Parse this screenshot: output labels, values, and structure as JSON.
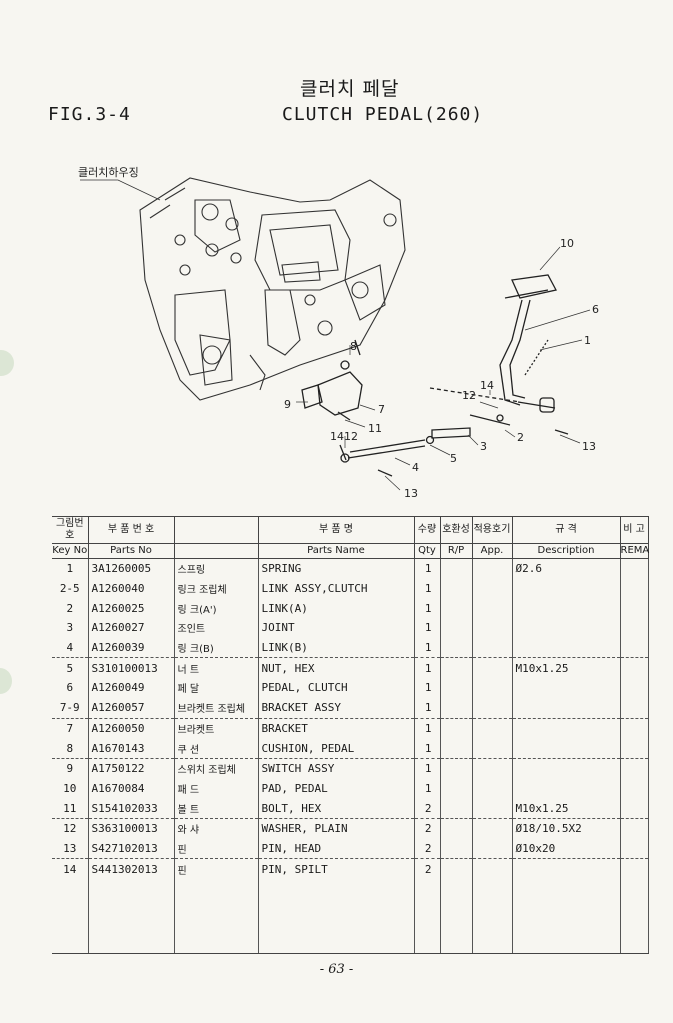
{
  "header": {
    "title_ko": "클러치 페달",
    "fig_no": "FIG.3-4",
    "title_en": "CLUTCH PEDAL(260)"
  },
  "diagram": {
    "housing_label": "클러치하우징",
    "callouts": [
      "10",
      "6",
      "1",
      "8",
      "14",
      "12",
      "9",
      "7",
      "11",
      "2",
      "3",
      "13",
      "1412",
      "5",
      "4",
      "13"
    ]
  },
  "table": {
    "headers": [
      {
        "ko": "그림번호",
        "en": "Key No"
      },
      {
        "ko": "부 품 번 호",
        "en": "Parts No"
      },
      {
        "ko": "",
        "en": ""
      },
      {
        "ko": "부 품 명",
        "en": "Parts Name"
      },
      {
        "ko": "수량",
        "en": "Qty"
      },
      {
        "ko": "호환성",
        "en": "R/P"
      },
      {
        "ko": "적용호기",
        "en": "App."
      },
      {
        "ko": "규 격",
        "en": "Description"
      },
      {
        "ko": "비 고",
        "en": "REMA"
      }
    ],
    "rows": [
      {
        "key": "1",
        "part_no": "3A1260005",
        "name_ko": "스프링",
        "name_en": "SPRING",
        "qty": "1",
        "desc": "Ø2.6"
      },
      {
        "key": "2-5",
        "part_no": "A1260040",
        "name_ko": "링크 조립체",
        "name_en": "LINK ASSY,CLUTCH",
        "qty": "1",
        "desc": ""
      },
      {
        "key": "2",
        "part_no": "A1260025",
        "name_ko": "링 크(A')",
        "name_en": "LINK(A)",
        "qty": "1",
        "desc": ""
      },
      {
        "key": "3",
        "part_no": "A1260027",
        "name_ko": "조인트",
        "name_en": "JOINT",
        "qty": "1",
        "desc": ""
      },
      {
        "key": "4",
        "part_no": "A1260039",
        "name_ko": "링 크(B)",
        "name_en": "LINK(B)",
        "qty": "1",
        "desc": ""
      },
      {
        "key": "5",
        "part_no": "S310100013",
        "name_ko": "너 트",
        "name_en": "NUT, HEX",
        "qty": "1",
        "desc": "M10x1.25"
      },
      {
        "key": "6",
        "part_no": "A1260049",
        "name_ko": "페 달",
        "name_en": "PEDAL, CLUTCH",
        "qty": "1",
        "desc": ""
      },
      {
        "key": "7-9",
        "part_no": "A1260057",
        "name_ko": "브라켓트 조립체",
        "name_en": "BRACKET ASSY",
        "qty": "1",
        "desc": ""
      },
      {
        "key": "7",
        "part_no": "A1260050",
        "name_ko": "브라켓트",
        "name_en": "BRACKET",
        "qty": "1",
        "desc": ""
      },
      {
        "key": "8",
        "part_no": "A1670143",
        "name_ko": "쿠 션",
        "name_en": "CUSHION, PEDAL",
        "qty": "1",
        "desc": ""
      },
      {
        "key": "9",
        "part_no": "A1750122",
        "name_ko": "스위치 조립체",
        "name_en": "SWITCH ASSY",
        "qty": "1",
        "desc": ""
      },
      {
        "key": "10",
        "part_no": "A1670084",
        "name_ko": "패 드",
        "name_en": "PAD, PEDAL",
        "qty": "1",
        "desc": ""
      },
      {
        "key": "11",
        "part_no": "S154102033",
        "name_ko": "볼 트",
        "name_en": "BOLT, HEX",
        "qty": "2",
        "desc": "M10x1.25"
      },
      {
        "key": "12",
        "part_no": "S363100013",
        "name_ko": "와 샤",
        "name_en": "WASHER, PLAIN",
        "qty": "2",
        "desc": "Ø18/10.5X2"
      },
      {
        "key": "13",
        "part_no": "S427102013",
        "name_ko": "핀",
        "name_en": "PIN, HEAD",
        "qty": "2",
        "desc": "Ø10x20"
      },
      {
        "key": "14",
        "part_no": "S441302013",
        "name_ko": "핀",
        "name_en": "PIN, SPILT",
        "qty": "2",
        "desc": ""
      }
    ]
  },
  "footer": {
    "page_number": "- 63 -"
  }
}
